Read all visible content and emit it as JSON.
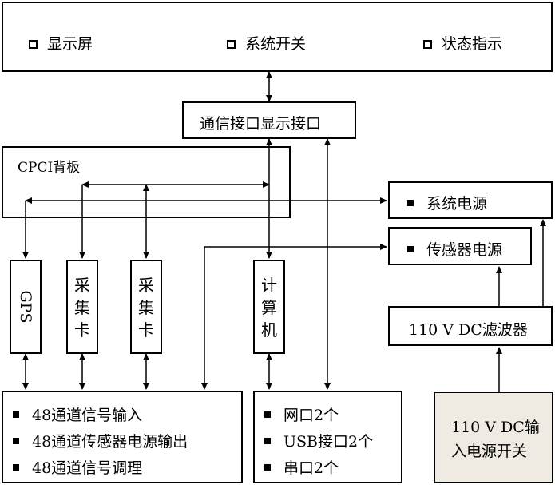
{
  "top_panel": {
    "items": [
      "显示屏",
      "系统开关",
      "状态指示"
    ]
  },
  "comm_interface": {
    "label": "通信接口显示接口"
  },
  "backplane": {
    "label": "CPCI背板"
  },
  "system_power": {
    "label": "系统电源"
  },
  "sensor_power": {
    "label": "传感器电源"
  },
  "filter": {
    "label": "110 V DC滤波器"
  },
  "input_switch": {
    "label": "110 V DC输入电源开关",
    "line1": "110 V DC输",
    "line2": "入电源开关",
    "bg": "#efebe2"
  },
  "modules": {
    "gps": "GPS",
    "daq1": [
      "采",
      "集",
      "卡"
    ],
    "daq2": [
      "采",
      "集",
      "卡"
    ],
    "computer": [
      "计",
      "算",
      "机"
    ]
  },
  "io_panel": {
    "items": [
      "48通道信号输入",
      "48通道传感器电源输出",
      "48通道信号调理"
    ]
  },
  "ports_panel": {
    "items": [
      "网口2个",
      "USB接口2个",
      "串口2个"
    ]
  }
}
